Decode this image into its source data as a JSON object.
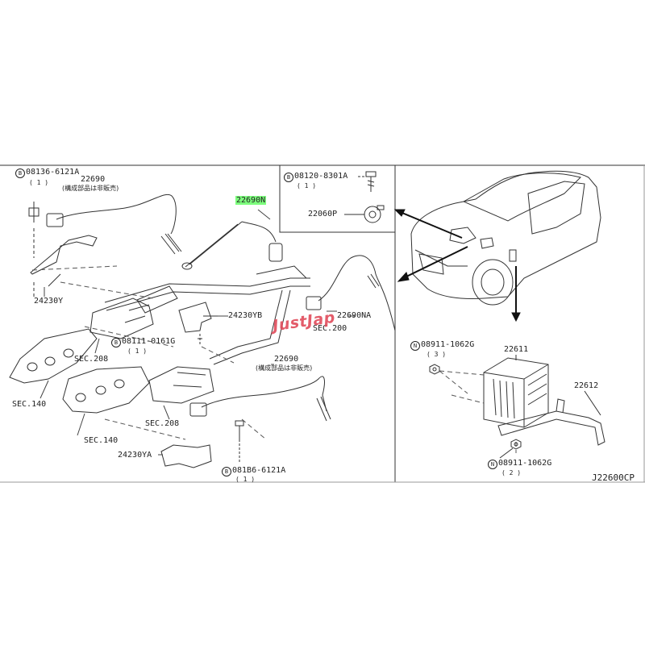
{
  "labels": {
    "bolt_081b6_top": "08136-6121A",
    "qty_1_top_left": "( 1 )",
    "part_22690_top": "22690",
    "not_sold_separately_top": "(構成部品は非販売)",
    "part_22690n": "22690N",
    "bolt_08120": "08120-8301A",
    "qty_1_08120": "( 1 )",
    "part_22060p": "22060P",
    "part_24230y": "24230Y",
    "part_24230yb": "24230YB",
    "part_22690na": "22690NA",
    "sec_200": "SEC.200",
    "bolt_08111": "08111-0161G",
    "qty_1_08111": "( 1 )",
    "part_22690_mid": "22690",
    "not_sold_separately_mid": "(構成部品は非販売)",
    "sec_208_upper": "SEC.208",
    "sec_140_upper": "SEC.140",
    "sec_208_lower": "SEC.208",
    "sec_140_lower": "SEC.140",
    "part_24230ya": "24230YA",
    "bolt_081b6_bottom": "081B6-6121A",
    "qty_1_bottom": "( 1 )",
    "nut_08911_top": "08911-1062G",
    "qty_3": "( 3 )",
    "part_22611": "22611",
    "part_22612": "22612",
    "nut_08911_bottom": "08911-1062G",
    "qty_2": "( 2 )",
    "diagram_code": "J22600CP",
    "circle_b": "B",
    "circle_n": "N"
  },
  "watermark": "JustJap"
}
